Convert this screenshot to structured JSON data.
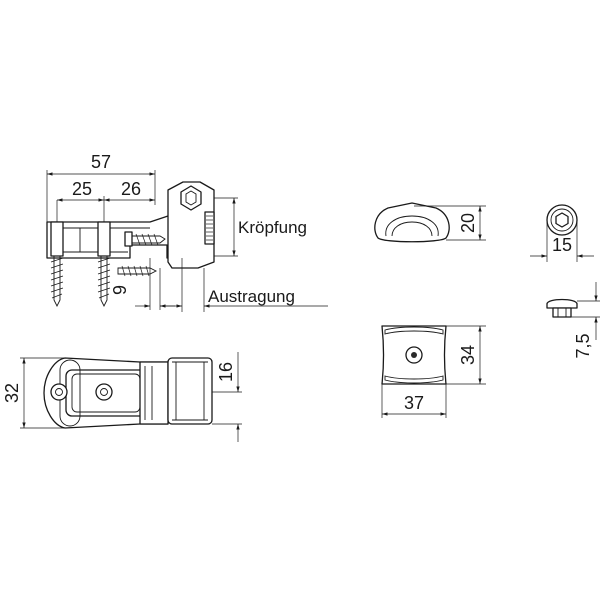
{
  "dimensions": {
    "overall_width": "57",
    "left_width": "25",
    "right_width": "26",
    "offset_height": "9",
    "plate_height": "32",
    "knuckle_height": "16",
    "cover_height": "20",
    "cap_diameter": "15",
    "base_height": "34",
    "base_width": "37",
    "cap_height": "7,5"
  },
  "labels": {
    "kroepfung": "Kröpfung",
    "austragung": "Austragung"
  }
}
